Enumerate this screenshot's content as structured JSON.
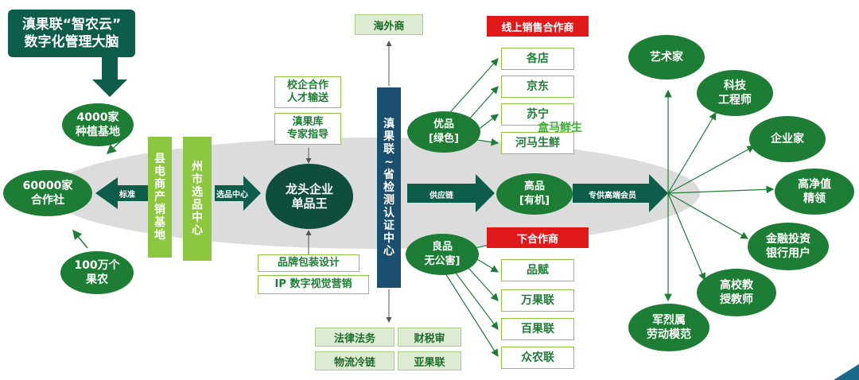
{
  "title": {
    "line1": "滇果联“智农云”",
    "line2": "数字化管理大脑"
  },
  "left_nodes": {
    "planting_base": {
      "line1": "4000家",
      "line2": "种植基地"
    },
    "cooperatives": {
      "line1": "60000家",
      "line2": "合作社"
    },
    "farmers": {
      "line1": "100万个",
      "line2": "果农"
    }
  },
  "labels": {
    "standard": "标准",
    "selection_center": "选品中心",
    "supply_chain": "供应链",
    "premium_members": "专供高端会员"
  },
  "county_base": "县电商产销基地",
  "prefecture_center": "州市选品中心",
  "left_support": {
    "talent": {
      "line1": "校企合作",
      "line2": "人才输送"
    },
    "experts": {
      "line1": "滇果库",
      "line2": "专家指导"
    },
    "packaging": "品牌包装设计",
    "ip_marketing": "IP 数字视觉营销"
  },
  "leading_enterprise": {
    "line1": "龙头企业",
    "line2": "单品王"
  },
  "certification_center": "滇果联~省检测认证中心",
  "overseas": "海外商",
  "bottom_services": [
    "法律法务",
    "财税审",
    "物流冷链",
    "亚果联"
  ],
  "grades": {
    "good": {
      "line1": "优品",
      "line2": "[绿色]"
    },
    "high": {
      "line1": "高品",
      "line2": "[有机]"
    },
    "fine": {
      "line1": "良品",
      "line2": "无公害]"
    }
  },
  "online_partners": {
    "title": "线上销售合作商",
    "items": [
      "各店",
      "京东",
      "苏宁",
      "河马生鲜"
    ],
    "overlay": "盒马鲜生"
  },
  "offline_partners": {
    "title": "下合作商",
    "items": [
      "品赋",
      "万果联",
      "百果联",
      "众农联"
    ]
  },
  "customers": [
    {
      "line1": "艺术家",
      "line2": ""
    },
    {
      "line1": "科技",
      "line2": "工程师"
    },
    {
      "line1": "企业家",
      "line2": ""
    },
    {
      "line1": "高净值",
      "line2": "精领"
    },
    {
      "line1": "金融投资",
      "line2": "银行用户"
    },
    {
      "line1": "高校教",
      "line2": "授教师"
    },
    {
      "line1": "军烈属",
      "line2": "劳动模范"
    }
  ],
  "colors": {
    "dark_green": "#0e5c4a",
    "green": "#1e7d35",
    "light_green": "#8dc63f",
    "navy": "#1a4f70",
    "red": "#e01a1a",
    "ellipse": "#dcdcdc"
  }
}
